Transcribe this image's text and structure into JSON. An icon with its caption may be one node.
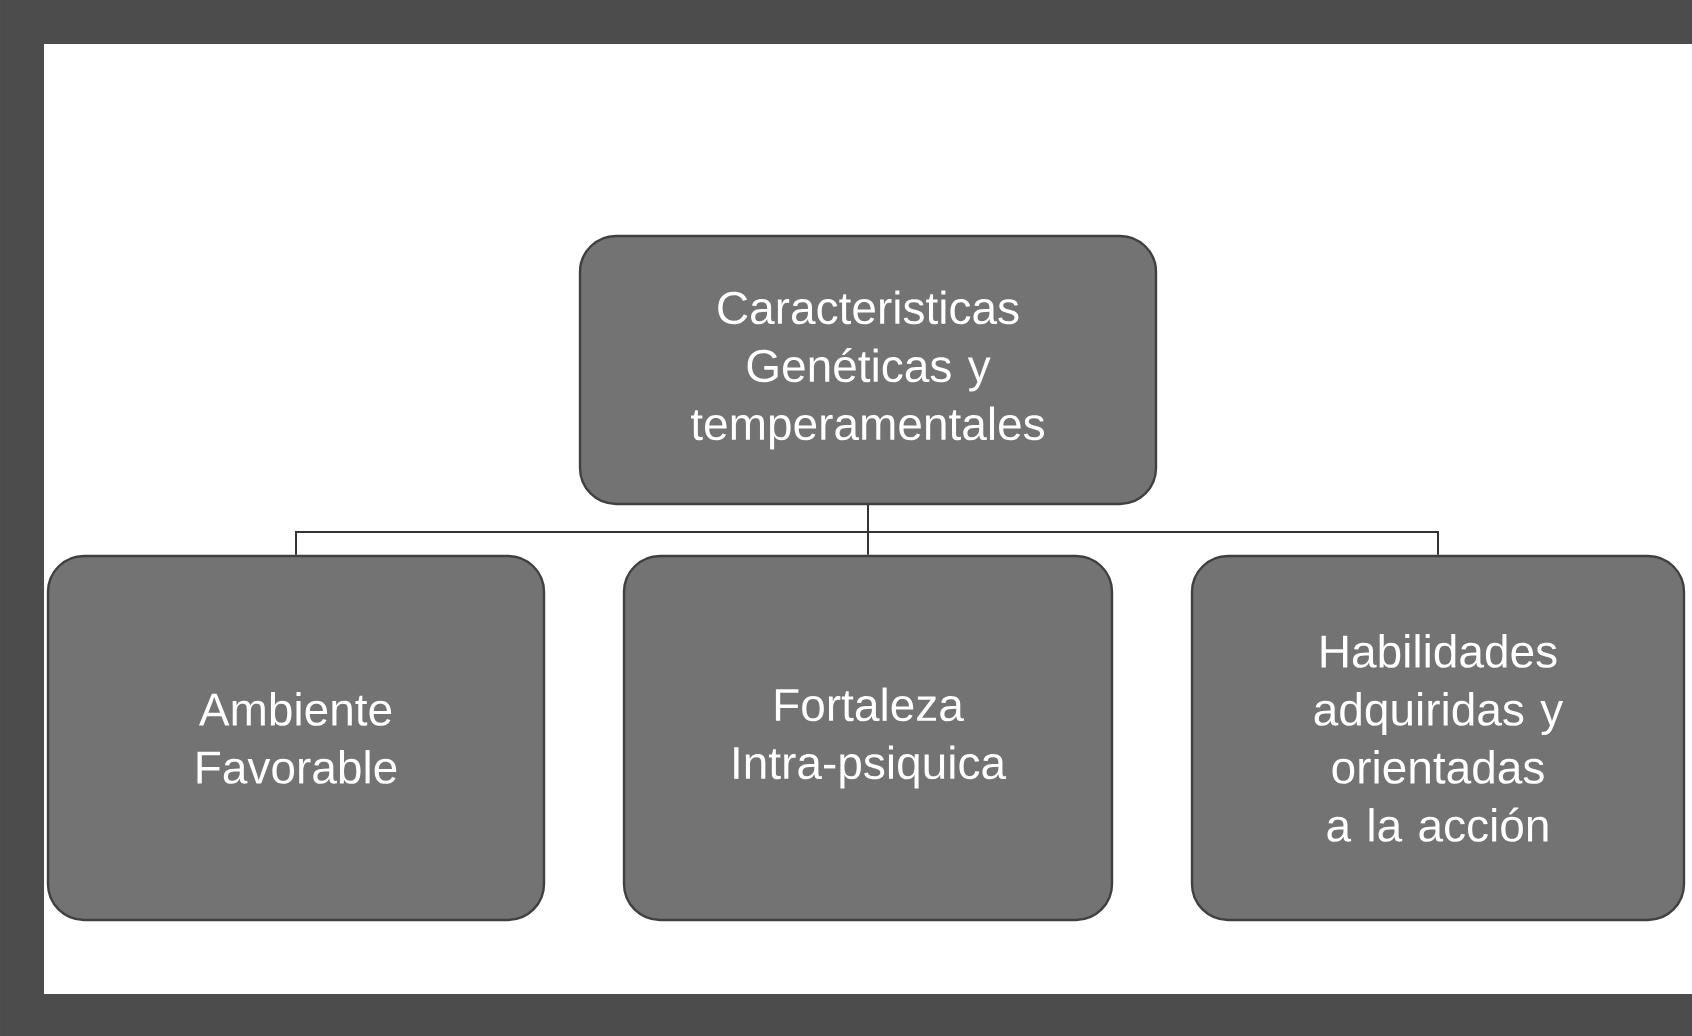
{
  "diagram": {
    "nodes": [
      {
        "text": [
          "Caracteristicas Genéticas y temperamentales"
        ]
      },
      {
        "text": [
          "Ambiente Favorable"
        ]
      },
      {
        "text": [
          "Fortaleza Intra-psiquica"
        ]
      },
      {
        "text": [
          "Habilidades adquiridas y orientadas a la acción"
        ]
      }
    ],
    "edges": [
      {
        "from": 0,
        "to": 1,
        "arrow": "none"
      },
      {
        "from": 0,
        "to": 2,
        "arrow": "none"
      },
      {
        "from": 0,
        "to": 3,
        "arrow": "none"
      }
    ]
  }
}
